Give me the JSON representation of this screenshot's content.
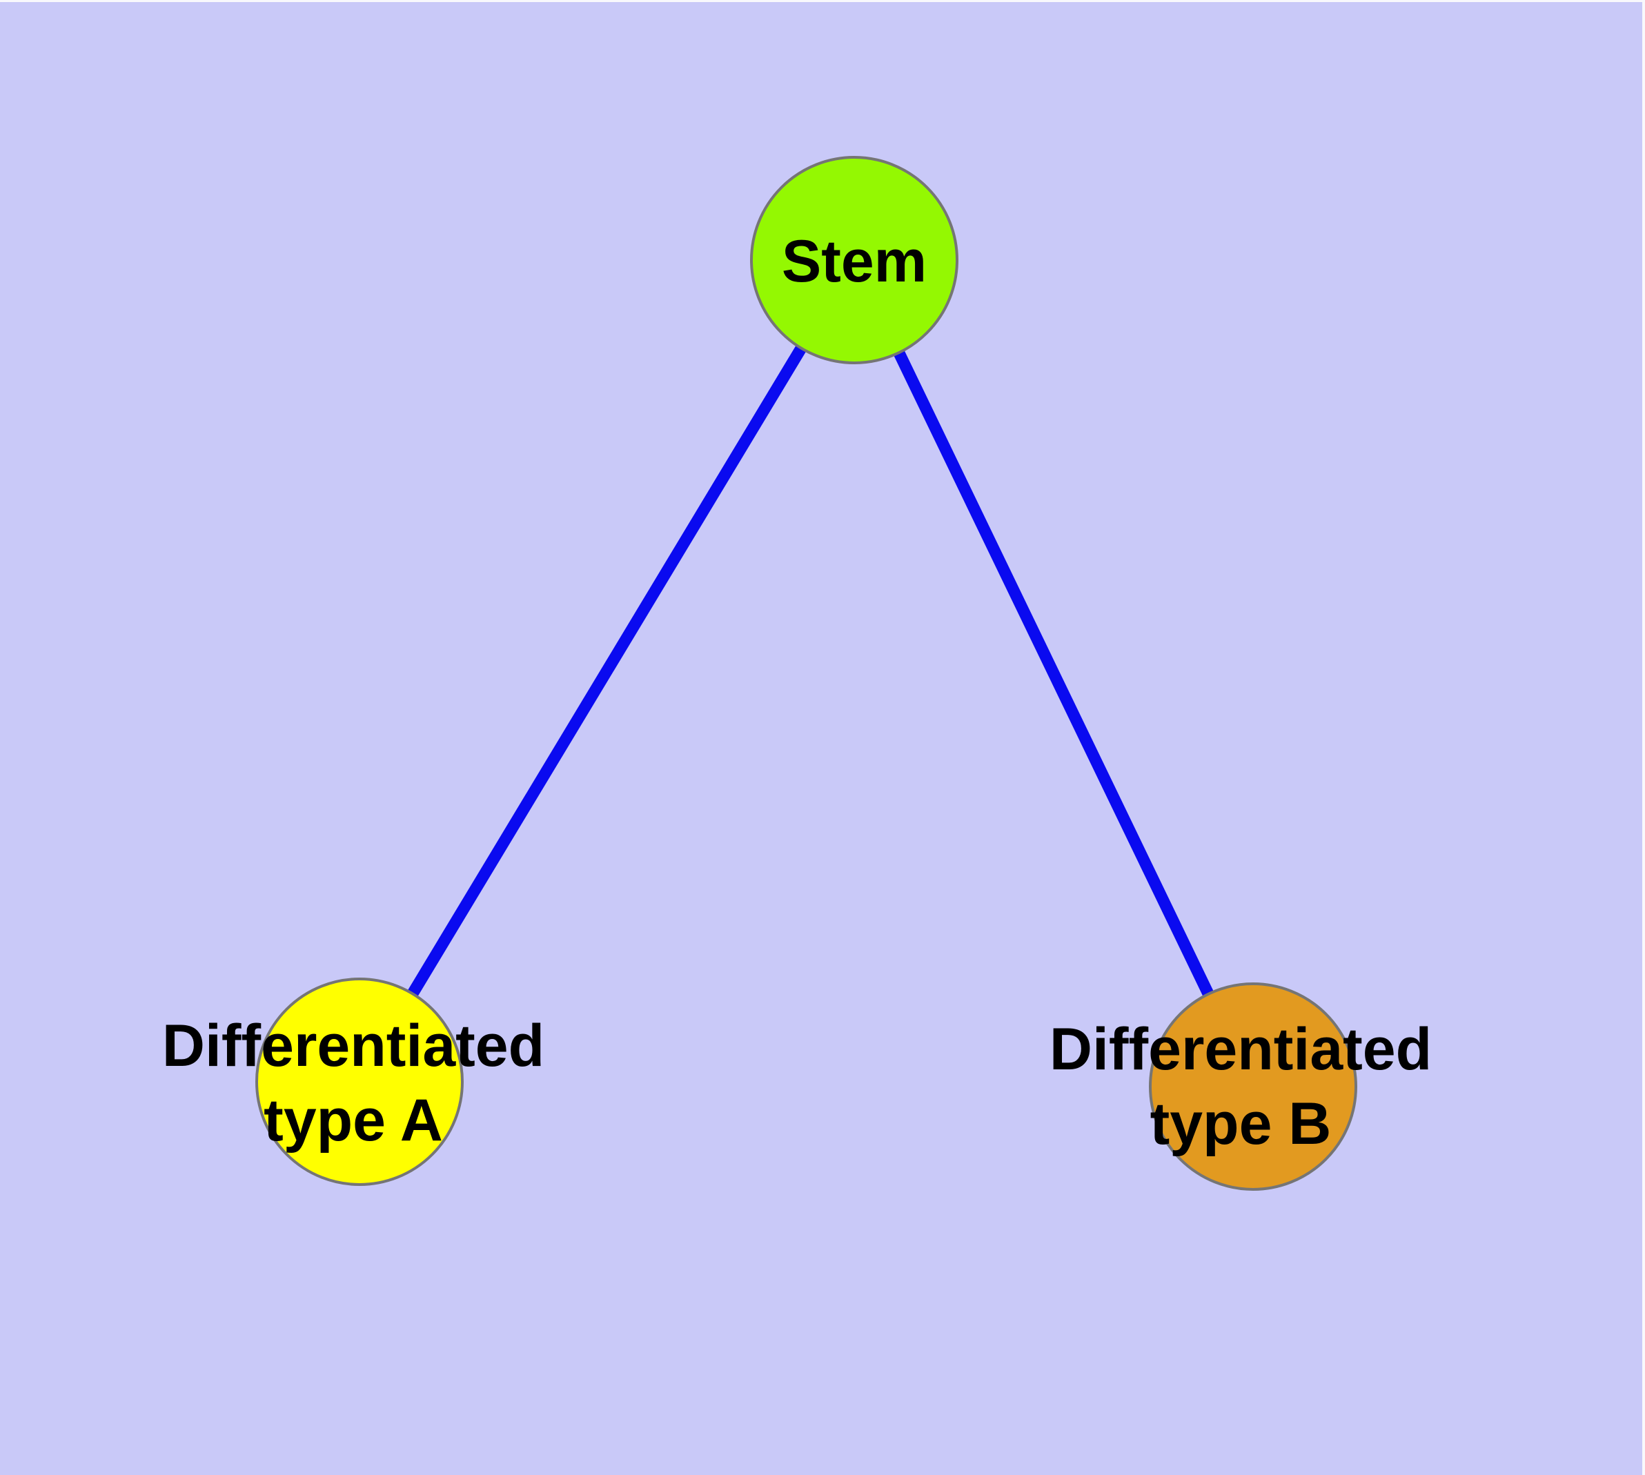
{
  "diagram": {
    "background_color": "#c9c9f8",
    "edge_color": "#0a0af0",
    "node_border_color": "#757575",
    "nodes": {
      "stem": {
        "label": "Stem",
        "fill": "#94f802"
      },
      "type_a": {
        "label": "Differentiated\ntype A",
        "fill": "#ffff00"
      },
      "type_b": {
        "label": "Differentiated\ntype B",
        "fill": "#e29a20"
      }
    },
    "edges": [
      {
        "from": "Stem",
        "to": "Differentiated type A"
      },
      {
        "from": "Stem",
        "to": "Differentiated type B"
      }
    ],
    "label_text_color": "#000000"
  }
}
